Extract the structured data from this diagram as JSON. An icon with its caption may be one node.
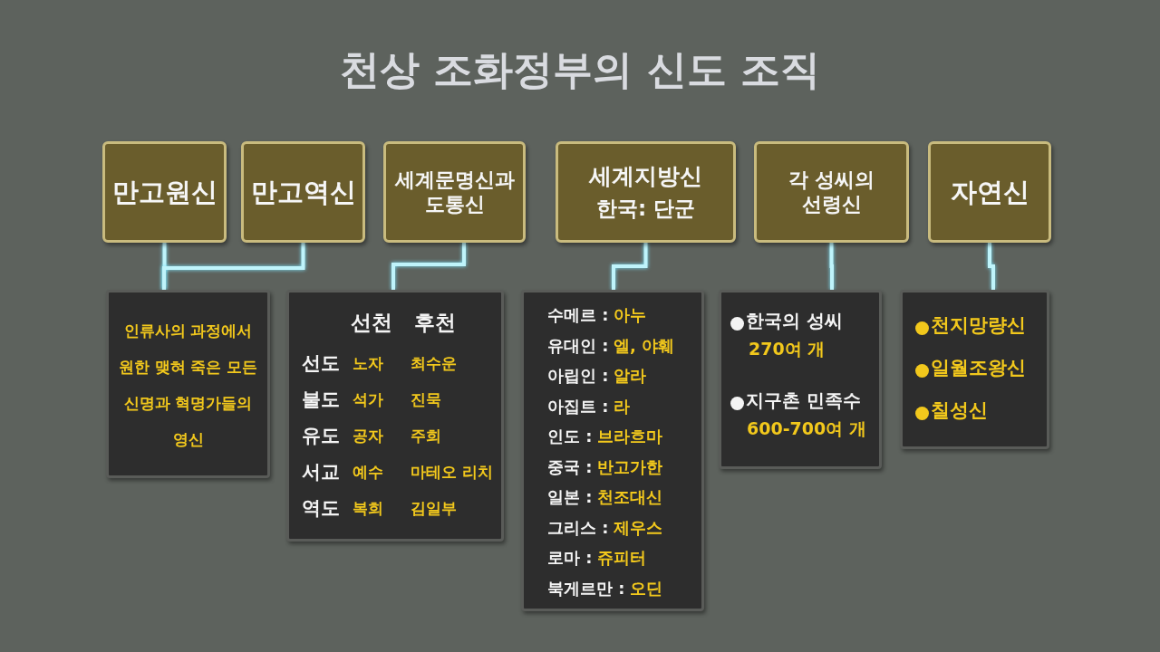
{
  "diagram": {
    "title": "천상 조화정부의 신도 조직",
    "nodes": [
      {
        "text": [
          "만고원신"
        ]
      },
      {
        "text": [
          "만고역신"
        ]
      },
      {
        "text": [
          "세계문명신과 도통신"
        ]
      },
      {
        "text": [
          "세계지방신",
          "한국: 단군"
        ]
      },
      {
        "text": [
          "각 성씨의 선령신"
        ]
      },
      {
        "text": [
          "자연신"
        ]
      },
      {
        "text": [
          "인류사의 과정에서 원한 맺혀 죽은 모든 신명과 혁명가들의 영신"
        ]
      },
      {
        "text": [
          "선천",
          "후천",
          "선도",
          "노자",
          "최수운",
          "불도",
          "석가",
          "진묵",
          "유도",
          "공자",
          "주희",
          "서교",
          "예수",
          "마테오 리치",
          "역도",
          "복희",
          "김일부"
        ]
      },
      {
        "text": [
          "수메르 :",
          "아누",
          "유대인 :",
          "엘, 야훼",
          "아립인 :",
          "알라",
          "아집트 :",
          "라",
          "인도 :",
          "브라흐마",
          "중국 :",
          "반고가한",
          "일본 :",
          "천조대신",
          "그리스 :",
          "제우스",
          "로마 :",
          "쥬피터",
          "북게르만 :",
          "오딘"
        ]
      },
      {
        "text": [
          "한국의 성씨",
          "270여 개",
          "지구촌 민족수",
          "600-700여 개"
        ]
      },
      {
        "text": [
          "천지망량신",
          "일월조왕신",
          "칠성신"
        ]
      }
    ],
    "edges": [
      {
        "from": 0,
        "to": 6,
        "arrow": "none"
      },
      {
        "from": 1,
        "to": 6,
        "arrow": "none"
      },
      {
        "from": 2,
        "to": 7,
        "arrow": "none"
      },
      {
        "from": 3,
        "to": 8,
        "arrow": "none"
      },
      {
        "from": 4,
        "to": 9,
        "arrow": "none"
      },
      {
        "from": 5,
        "to": 10,
        "arrow": "none"
      }
    ]
  }
}
